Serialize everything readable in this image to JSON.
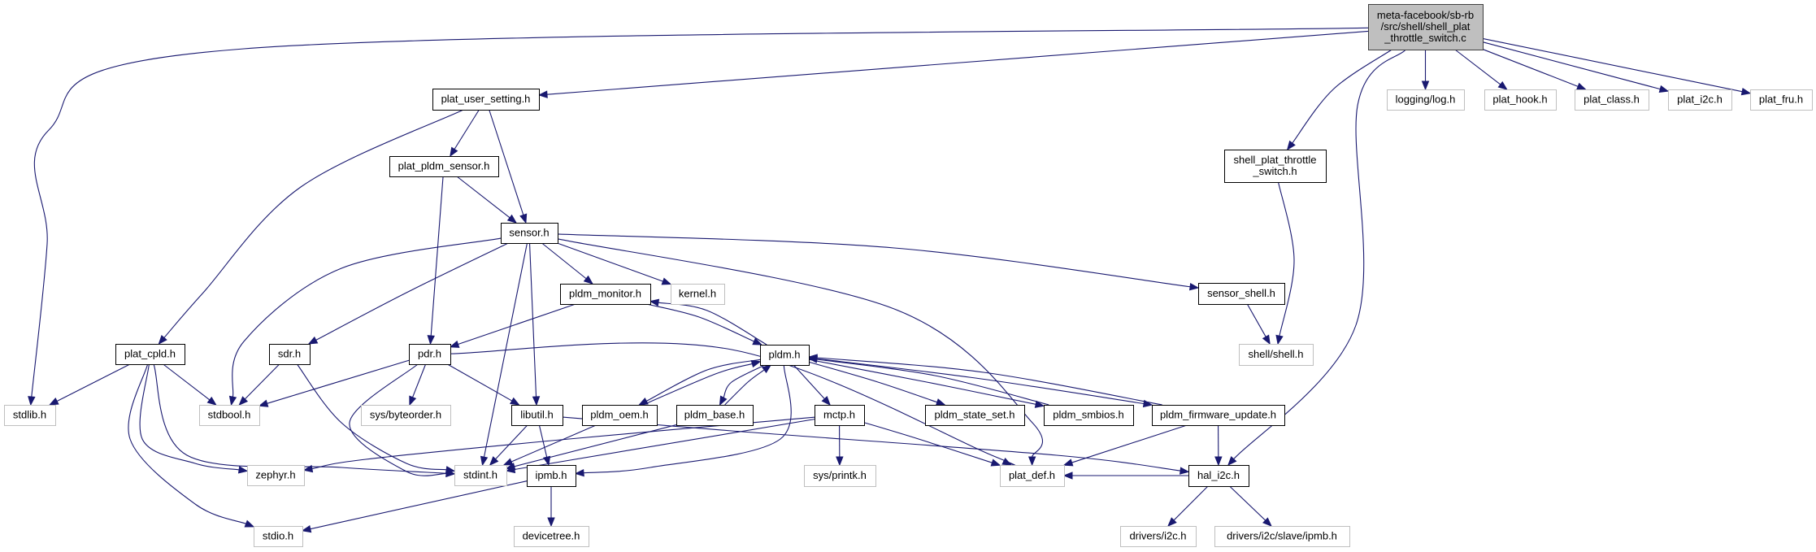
{
  "title": "Include dependency graph for shell_plat_throttle_switch.c",
  "colors": {
    "edge": "#191970",
    "root_fill": "#bfbfbf",
    "documented_border": "#000000",
    "external_border": "#bfbfbf"
  },
  "nodes": [
    {
      "id": "root",
      "kind": "root",
      "lines": [
        "meta-facebook/sb-rb",
        "/src/shell/shell_plat",
        "_throttle_switch.c"
      ]
    },
    {
      "id": "stdlib",
      "kind": "ext",
      "lines": [
        "stdlib.h"
      ]
    },
    {
      "id": "plat_user_setting",
      "kind": "doc",
      "lines": [
        "plat_user_setting.h"
      ]
    },
    {
      "id": "plat_pldm_sensor",
      "kind": "doc",
      "lines": [
        "plat_pldm_sensor.h"
      ]
    },
    {
      "id": "sensor",
      "kind": "doc",
      "lines": [
        "sensor.h"
      ]
    },
    {
      "id": "plat_cpld",
      "kind": "doc",
      "lines": [
        "plat_cpld.h"
      ]
    },
    {
      "id": "sdr",
      "kind": "doc",
      "lines": [
        "sdr.h"
      ]
    },
    {
      "id": "pdr",
      "kind": "doc",
      "lines": [
        "pdr.h"
      ]
    },
    {
      "id": "pldm_monitor",
      "kind": "doc",
      "lines": [
        "pldm_monitor.h"
      ]
    },
    {
      "id": "kernel",
      "kind": "ext",
      "lines": [
        "kernel.h"
      ]
    },
    {
      "id": "pldm",
      "kind": "doc",
      "lines": [
        "pldm.h"
      ]
    },
    {
      "id": "stdbool",
      "kind": "ext",
      "lines": [
        "stdbool.h"
      ]
    },
    {
      "id": "sys_byteorder",
      "kind": "ext",
      "lines": [
        "sys/byteorder.h"
      ]
    },
    {
      "id": "libutil",
      "kind": "doc",
      "lines": [
        "libutil.h"
      ]
    },
    {
      "id": "pldm_oem",
      "kind": "doc",
      "lines": [
        "pldm_oem.h"
      ]
    },
    {
      "id": "pldm_base",
      "kind": "doc",
      "lines": [
        "pldm_base.h"
      ]
    },
    {
      "id": "mctp",
      "kind": "doc",
      "lines": [
        "mctp.h"
      ]
    },
    {
      "id": "pldm_state_set",
      "kind": "doc",
      "lines": [
        "pldm_state_set.h"
      ]
    },
    {
      "id": "pldm_smbios",
      "kind": "doc",
      "lines": [
        "pldm_smbios.h"
      ]
    },
    {
      "id": "pldm_firmware_update",
      "kind": "doc",
      "lines": [
        "pldm_firmware_update.h"
      ]
    },
    {
      "id": "zephyr",
      "kind": "ext",
      "lines": [
        "zephyr.h"
      ]
    },
    {
      "id": "stdint",
      "kind": "ext",
      "lines": [
        "stdint.h"
      ]
    },
    {
      "id": "ipmb",
      "kind": "doc",
      "lines": [
        "ipmb.h"
      ]
    },
    {
      "id": "sys_printk",
      "kind": "ext",
      "lines": [
        "sys/printk.h"
      ]
    },
    {
      "id": "plat_def",
      "kind": "ext",
      "lines": [
        "plat_def.h"
      ]
    },
    {
      "id": "hal_i2c",
      "kind": "doc",
      "lines": [
        "hal_i2c.h"
      ]
    },
    {
      "id": "stdio",
      "kind": "ext",
      "lines": [
        "stdio.h"
      ]
    },
    {
      "id": "devicetree",
      "kind": "ext",
      "lines": [
        "devicetree.h"
      ]
    },
    {
      "id": "drivers_i2c",
      "kind": "ext",
      "lines": [
        "drivers/i2c.h"
      ]
    },
    {
      "id": "drivers_i2c_slave_ipmb",
      "kind": "ext",
      "lines": [
        "drivers/i2c/slave/ipmb.h"
      ]
    },
    {
      "id": "shell_plat_throttle_switch_h",
      "kind": "doc",
      "lines": [
        "shell_plat_throttle",
        "_switch.h"
      ]
    },
    {
      "id": "sensor_shell",
      "kind": "doc",
      "lines": [
        "sensor_shell.h"
      ]
    },
    {
      "id": "shell_shell",
      "kind": "ext",
      "lines": [
        "shell/shell.h"
      ]
    },
    {
      "id": "logging_log",
      "kind": "ext",
      "lines": [
        "logging/log.h"
      ]
    },
    {
      "id": "plat_hook",
      "kind": "ext",
      "lines": [
        "plat_hook.h"
      ]
    },
    {
      "id": "plat_class",
      "kind": "ext",
      "lines": [
        "plat_class.h"
      ]
    },
    {
      "id": "plat_i2c",
      "kind": "ext",
      "lines": [
        "plat_i2c.h"
      ]
    },
    {
      "id": "plat_fru",
      "kind": "ext",
      "lines": [
        "plat_fru.h"
      ]
    }
  ],
  "edges": [
    [
      "root",
      "stdlib"
    ],
    [
      "root",
      "plat_user_setting"
    ],
    [
      "root",
      "hal_i2c"
    ],
    [
      "root",
      "shell_plat_throttle_switch_h"
    ],
    [
      "root",
      "logging_log"
    ],
    [
      "root",
      "plat_hook"
    ],
    [
      "root",
      "plat_class"
    ],
    [
      "root",
      "plat_i2c"
    ],
    [
      "root",
      "plat_fru"
    ],
    [
      "plat_user_setting",
      "plat_pldm_sensor"
    ],
    [
      "plat_user_setting",
      "sensor"
    ],
    [
      "plat_user_setting",
      "plat_cpld"
    ],
    [
      "plat_pldm_sensor",
      "sensor"
    ],
    [
      "plat_pldm_sensor",
      "pdr"
    ],
    [
      "sensor",
      "stdbool"
    ],
    [
      "sensor",
      "sdr"
    ],
    [
      "sensor",
      "stdint"
    ],
    [
      "sensor",
      "libutil"
    ],
    [
      "sensor",
      "pldm_monitor"
    ],
    [
      "sensor",
      "kernel"
    ],
    [
      "sensor",
      "plat_def"
    ],
    [
      "sensor",
      "sensor_shell"
    ],
    [
      "plat_cpld",
      "stdlib"
    ],
    [
      "plat_cpld",
      "stdbool"
    ],
    [
      "plat_cpld",
      "stdint"
    ],
    [
      "plat_cpld",
      "zephyr"
    ],
    [
      "plat_cpld",
      "stdio"
    ],
    [
      "sdr",
      "stdbool"
    ],
    [
      "sdr",
      "stdint"
    ],
    [
      "pdr",
      "stdbool"
    ],
    [
      "pdr",
      "stdint"
    ],
    [
      "pdr",
      "sys_byteorder"
    ],
    [
      "pdr",
      "libutil"
    ],
    [
      "pdr",
      "plat_def"
    ],
    [
      "pldm_monitor",
      "pdr"
    ],
    [
      "pldm_monitor",
      "pldm"
    ],
    [
      "pldm",
      "pldm_monitor"
    ],
    [
      "pldm",
      "pldm_oem"
    ],
    [
      "pldm",
      "pldm_base"
    ],
    [
      "pldm",
      "mctp"
    ],
    [
      "pldm",
      "ipmb"
    ],
    [
      "pldm",
      "pldm_state_set"
    ],
    [
      "pldm",
      "pldm_smbios"
    ],
    [
      "pldm",
      "pldm_firmware_update"
    ],
    [
      "pldm_oem",
      "pldm"
    ],
    [
      "pldm_oem",
      "stdint"
    ],
    [
      "pldm_base",
      "pldm"
    ],
    [
      "pldm_base",
      "stdint"
    ],
    [
      "pldm_smbios",
      "pldm"
    ],
    [
      "pldm_firmware_update",
      "pldm"
    ],
    [
      "pldm_firmware_update",
      "plat_def"
    ],
    [
      "pldm_firmware_update",
      "hal_i2c"
    ],
    [
      "libutil",
      "stdint"
    ],
    [
      "libutil",
      "ipmb"
    ],
    [
      "libutil",
      "hal_i2c"
    ],
    [
      "mctp",
      "stdint"
    ],
    [
      "mctp",
      "zephyr"
    ],
    [
      "mctp",
      "sys_printk"
    ],
    [
      "mctp",
      "plat_def"
    ],
    [
      "ipmb",
      "stdio"
    ],
    [
      "ipmb",
      "devicetree"
    ],
    [
      "hal_i2c",
      "plat_def"
    ],
    [
      "hal_i2c",
      "drivers_i2c"
    ],
    [
      "hal_i2c",
      "drivers_i2c_slave_ipmb"
    ],
    [
      "shell_plat_throttle_switch_h",
      "shell_shell"
    ],
    [
      "sensor_shell",
      "shell_shell"
    ]
  ]
}
